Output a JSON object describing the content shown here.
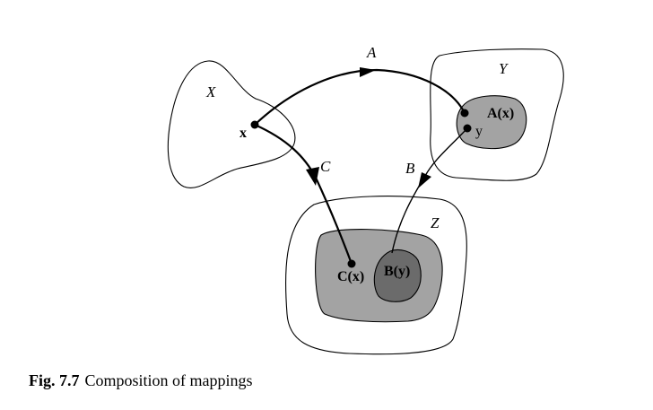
{
  "figure": {
    "number": "Fig. 7.7",
    "caption": "Composition of mappings"
  },
  "labels": {
    "set_x": "X",
    "set_y": "Y",
    "set_z": "Z",
    "mapping_a": "A",
    "mapping_b": "B",
    "mapping_c": "C",
    "point_x": "x",
    "point_y": "y",
    "image_a_x": "A(x)",
    "image_b_y": "B(y)",
    "image_c_x": "C(x)"
  },
  "colors": {
    "image_light_fill": "#a3a3a3",
    "image_dark_fill": "#6b6b6b",
    "outline": "#000000",
    "background": "#ffffff"
  }
}
